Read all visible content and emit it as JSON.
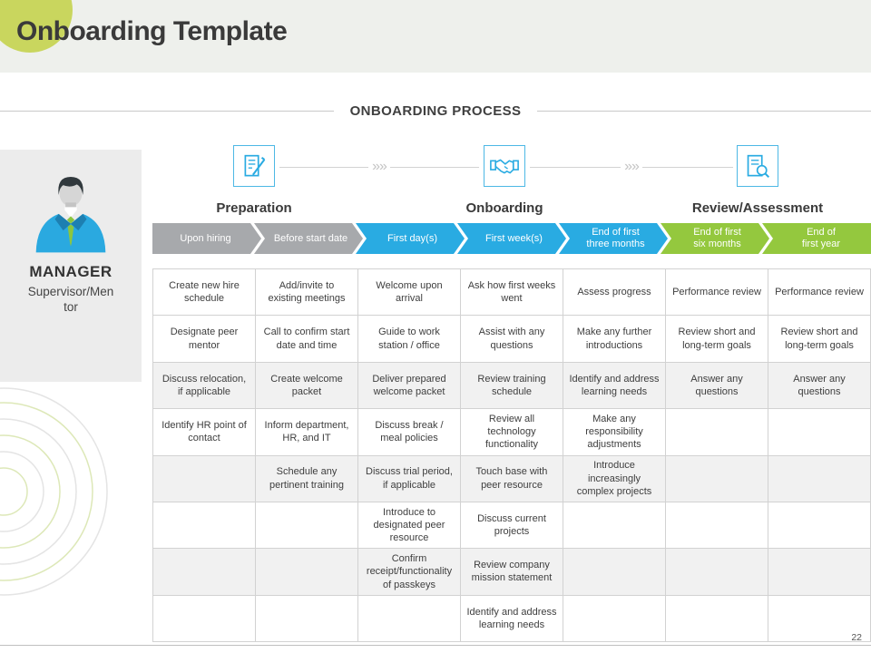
{
  "slide": {
    "title": "Onboarding Template",
    "section_title": "ONBOARDING PROCESS",
    "page_number": "22"
  },
  "colors": {
    "accent_circle": "#c9d65e",
    "phase_blue": "#29abe2",
    "timeline_gray": "#a7a9ac",
    "timeline_blue": "#29abe2",
    "timeline_green": "#94c83e"
  },
  "phases": [
    {
      "label": "Preparation",
      "icon": "document-edit-icon"
    },
    {
      "label": "Onboarding",
      "icon": "handshake-icon"
    },
    {
      "label": "Review/Assessment",
      "icon": "document-review-icon"
    }
  ],
  "connector": {
    "chevrons": "»»"
  },
  "timeline_segments": [
    {
      "label": "Upon hiring",
      "color": "#a7a9ac"
    },
    {
      "label": "Before start date",
      "color": "#a7a9ac"
    },
    {
      "label": "First day(s)",
      "color": "#29abe2"
    },
    {
      "label": "First week(s)",
      "color": "#29abe2"
    },
    {
      "label": "End of first\nthree months",
      "color": "#29abe2"
    },
    {
      "label": "End of first\nsix months",
      "color": "#94c83e"
    },
    {
      "label": "End of\nfirst year",
      "color": "#94c83e"
    }
  ],
  "sidebar": {
    "role": "MANAGER",
    "subtitle": "Supervisor/Mentor"
  },
  "table": {
    "shaded_rows": [
      2,
      4,
      6
    ],
    "rows": [
      [
        "Create new hire schedule",
        "Add/invite to existing meetings",
        "Welcome upon arrival",
        "Ask how first weeks went",
        "Assess progress",
        "Performance review",
        "Performance review"
      ],
      [
        "Designate peer mentor",
        "Call to confirm start date and time",
        "Guide to work station / office",
        "Assist with any questions",
        "Make any further introductions",
        "Review short and long-term goals",
        "Review short and long-term goals"
      ],
      [
        "Discuss relocation, if applicable",
        "Create welcome packet",
        "Deliver prepared welcome packet",
        "Review training schedule",
        "Identify and address learning needs",
        "Answer any questions",
        "Answer any questions"
      ],
      [
        "Identify HR point of contact",
        "Inform department, HR, and IT",
        "Discuss break / meal policies",
        "Review all technology functionality",
        "Make any responsibility adjustments",
        "",
        ""
      ],
      [
        "",
        "Schedule any pertinent training",
        "Discuss trial period, if applicable",
        "Touch base with peer resource",
        "Introduce increasingly complex projects",
        "",
        ""
      ],
      [
        "",
        "",
        "Introduce to designated peer resource",
        "Discuss current projects",
        "",
        "",
        ""
      ],
      [
        "",
        "",
        "Confirm receipt/functionality of passkeys",
        "Review company mission statement",
        "",
        "",
        ""
      ],
      [
        "",
        "",
        "",
        "Identify and address learning needs",
        "",
        "",
        ""
      ]
    ]
  }
}
